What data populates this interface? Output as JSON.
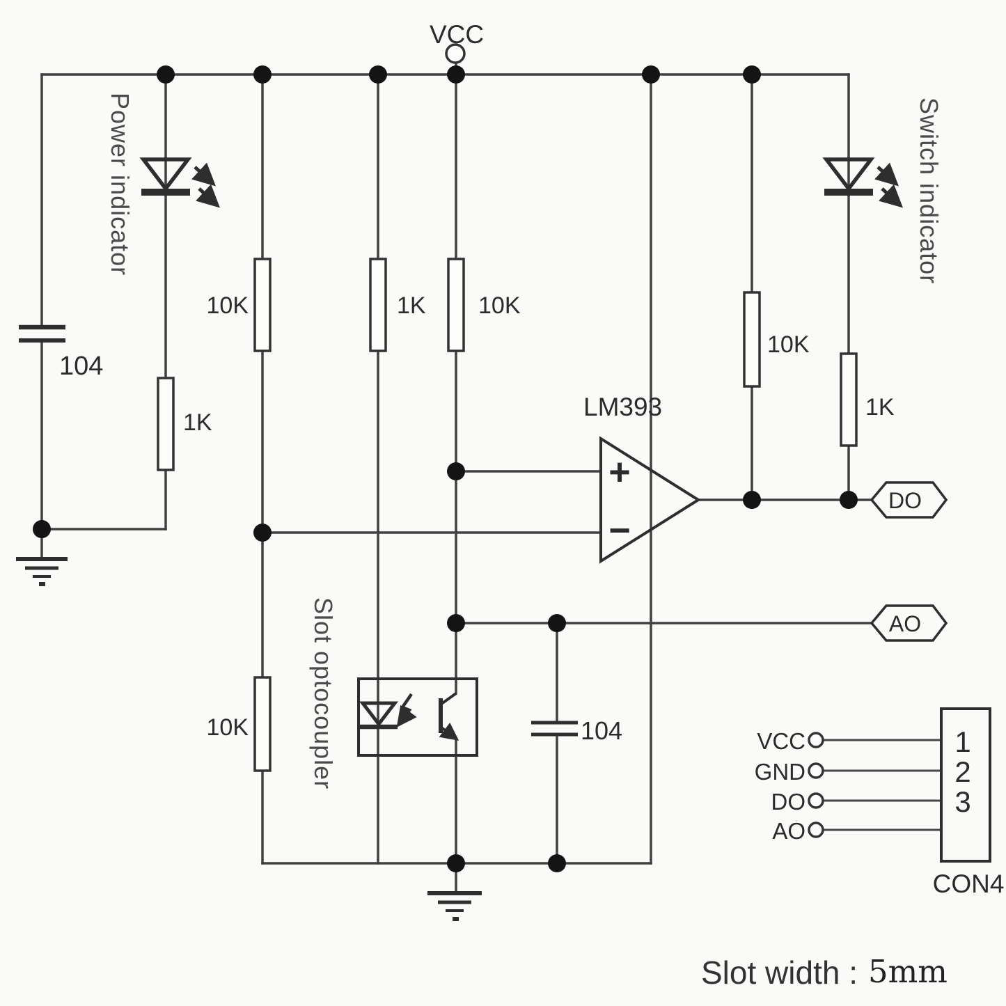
{
  "nets": {
    "vcc": "VCC",
    "do": "DO",
    "ao": "AO"
  },
  "annotations": {
    "power": "Power indicator",
    "switch": "Switch indicator",
    "opto": "Slot optocoupler"
  },
  "comparator": {
    "name": "LM393",
    "plus": "+",
    "minus": "−"
  },
  "resistors": {
    "r1": "1K",
    "r2": "10K",
    "r3": "1K",
    "r4": "10K",
    "r5": "10K",
    "r6": "1K",
    "r7": "10K"
  },
  "capacitors": {
    "c1": "104",
    "c2": "104"
  },
  "connector": {
    "name": "CON4",
    "pins": [
      {
        "label": "VCC",
        "number": "1"
      },
      {
        "label": "GND",
        "number": "2"
      },
      {
        "label": "DO",
        "number": "3"
      },
      {
        "label": "AO",
        "number": ""
      }
    ]
  },
  "caption": {
    "label": "Slot width :",
    "value": "5mm"
  }
}
